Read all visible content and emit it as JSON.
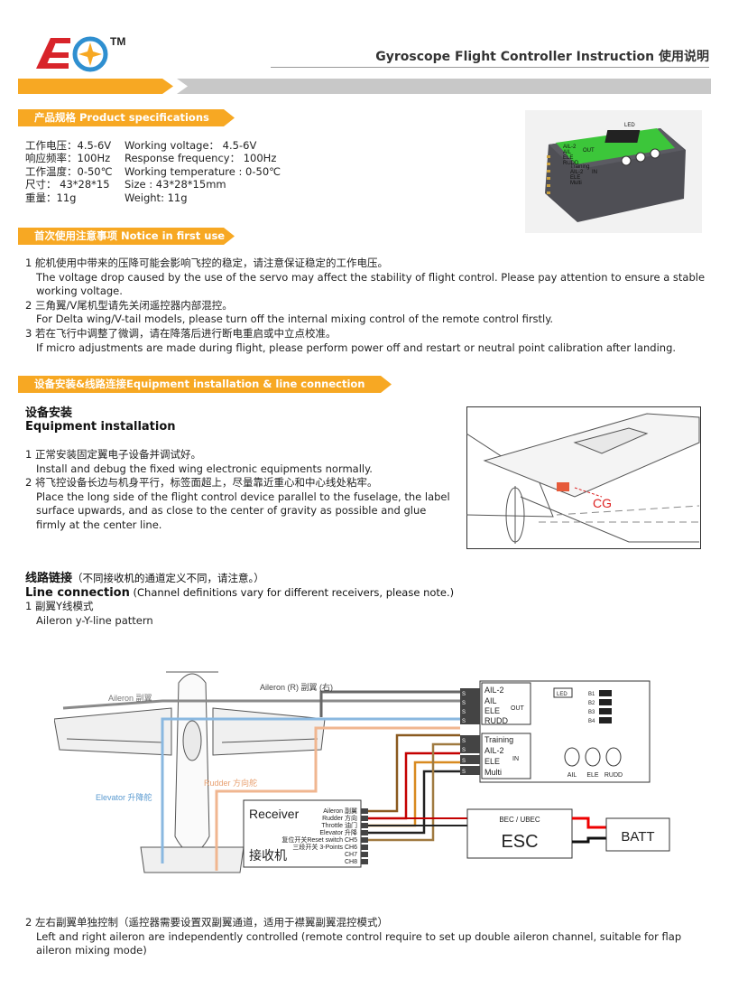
{
  "header": {
    "logo_text": "AEO",
    "trademark": "TM",
    "title": "Gyroscope Flight Controller Instruction  使用说明"
  },
  "colors": {
    "accent": "#f7a823",
    "band_gray": "#c8c8c8",
    "device_green": "#3cc63a"
  },
  "sections": {
    "specs": {
      "banner": "产品规格   Product specifications",
      "rows": [
        {
          "cn": "工作电压：4.5-6V",
          "en": "Working voltage： 4.5-6V"
        },
        {
          "cn": "响应频率：100Hz",
          "en": "Response frequency：  100Hz"
        },
        {
          "cn": "工作温度：0-50℃",
          "en": "Working temperature : 0-50℃"
        },
        {
          "cn": "尺寸： 43*28*15",
          "en": "Size : 43*28*15mm"
        },
        {
          "cn": "重量：11g",
          "en": "Weight: 11g"
        }
      ]
    },
    "notice": {
      "banner": "首次使用注意事项   Notice in first use",
      "items": [
        {
          "cn": "1 舵机使用中带来的压降可能会影响飞控的稳定，请注意保证稳定的工作电压。",
          "en": "The voltage drop caused by the use of the servo may affect the stability of flight control. Please pay attention to ensure a stable working voltage."
        },
        {
          "cn": "2 三角翼/V尾机型请先关闭遥控器内部混控。",
          "en": "For Delta wing/V-tail models, please turn off the internal mixing control of the remote control firstly."
        },
        {
          "cn": "3 若在飞行中调整了微调，请在降落后进行断电重启或中立点校准。",
          "en": "If micro adjustments are made during flight, please perform power off and restart or neutral point calibration after landing."
        }
      ]
    },
    "install": {
      "banner": "设备安装&线路连接Equipment installation & line connection",
      "heading_cn": "设备安装",
      "heading_en": "Equipment installation",
      "items": [
        {
          "cn": "1 正常安装固定翼电子设备并调试好。",
          "en": "Install and debug the fixed wing electronic equipments normally."
        },
        {
          "cn": "2 将飞控设备长边与机身平行，标签面超上，尽量靠近重心和中心线处粘牢。",
          "en": "Place the long side of the flight control device parallel to the fuselage, the label surface upwards, and as close to the center of gravity as possible and glue firmly at the center line."
        }
      ],
      "cg_label": "CG"
    },
    "line": {
      "heading_cn": "线路链接",
      "heading_cn_note": "（不同接收机的通道定义不同，请注意。）",
      "heading_en": "Line connection",
      "heading_en_note": " (Channel definitions vary for different receivers, please note.)",
      "mode1_cn": "1 副翼Y线模式",
      "mode1_en": "Aileron y-Y-line pattern",
      "mode2_cn": "2 左右副翼单独控制（遥控器需要设置双副翼通道，适用于襟翼副翼混控模式）",
      "mode2_en": "Left and right aileron are independently controlled (remote control require to set up double aileron channel, suitable for flap aileron mixing mode)"
    }
  },
  "device": {
    "label_rows": [
      "AIL-2",
      "AIL",
      "ELE",
      "RUDD",
      "Training",
      "AIL-2",
      "ELE",
      "Multi"
    ],
    "out_label": "OUT",
    "in_label": "IN",
    "led_label": "LED"
  },
  "diagram": {
    "aileron_label": "Aileron 副翼",
    "aileron_r_label": "Aileron (R) 副翼 (右)",
    "rudder_label": "Rudder 方向舵",
    "elevator_label": "Elevator 升降舵",
    "receiver_en": "Receiver",
    "receiver_cn": "接收机",
    "channels": [
      "Aileron 副翼",
      "Rudder 方向",
      "Throttle 油门",
      "Elevator 升降",
      "复位开关Reset switch CH5",
      "三段开关 3-Points CH6",
      "CH7",
      "CH8"
    ],
    "out_ports": [
      "AIL-2",
      "AIL",
      "ELE",
      "RUDD"
    ],
    "out_label": "OUT",
    "in_ports": [
      "Training",
      "AIL-2",
      "ELE",
      "Multi"
    ],
    "in_label": "IN",
    "pin_label": "S",
    "led_label": "LED",
    "dip_labels": [
      "B1",
      "B2",
      "B3",
      "B4"
    ],
    "knob_labels": [
      "AIL",
      "ELE",
      "RUDD"
    ],
    "esc_top": "BEC / UBEC",
    "esc_label": "ESC",
    "batt_label": "BATT"
  }
}
